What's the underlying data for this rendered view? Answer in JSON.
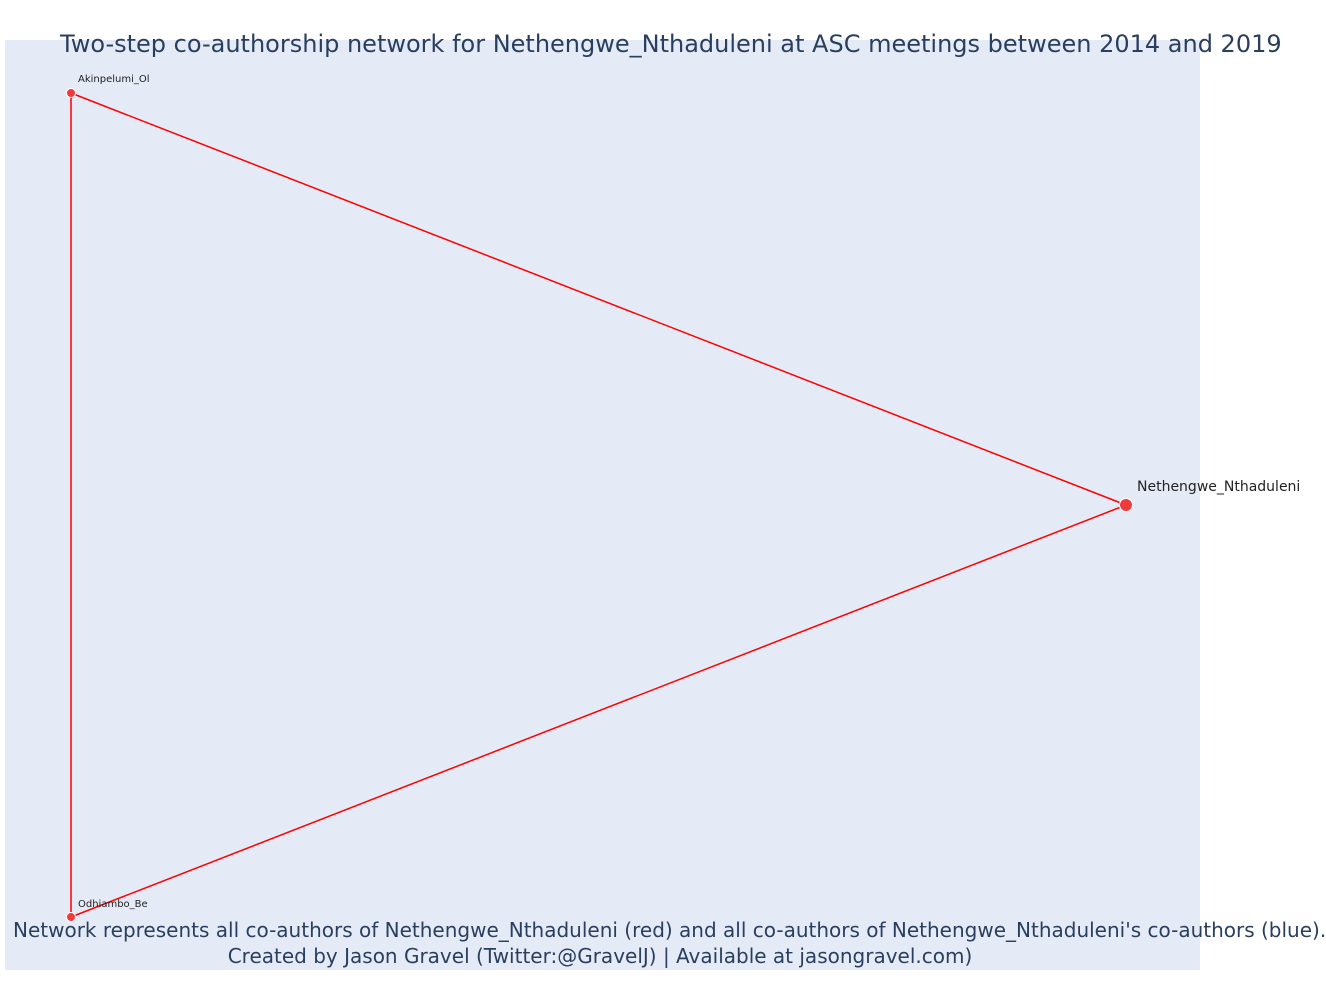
{
  "title": "Two-step co-authorship network for Nethengwe_Nthaduleni at ASC meetings between 2014 and 2019",
  "footer": {
    "line1": "Network represents all co-authors of Nethengwe_Nthaduleni (red) and all co-authors of Nethengwe_Nthaduleni's co-authors (blue).",
    "line2": "Created by Jason Gravel (Twitter:@GravelJ) | Available at jasongravel.com)"
  },
  "colors": {
    "plot_background": "#e5ebf6",
    "edge": "#ff0000",
    "node": "#ef3b3b",
    "text": "#2a3f5f"
  },
  "nodes": [
    {
      "id": "nethengwe",
      "label": "Nethengwe_Nthaduleni",
      "role": "focal"
    },
    {
      "id": "akinpelumi",
      "label": "Akinpelumi_Ol",
      "role": "co-author"
    },
    {
      "id": "odhiambo",
      "label": "Odhiambo_Be",
      "role": "co-author"
    }
  ],
  "edges": [
    {
      "from": "akinpelumi",
      "to": "nethengwe"
    },
    {
      "from": "akinpelumi",
      "to": "odhiambo"
    },
    {
      "from": "odhiambo",
      "to": "nethengwe"
    }
  ]
}
